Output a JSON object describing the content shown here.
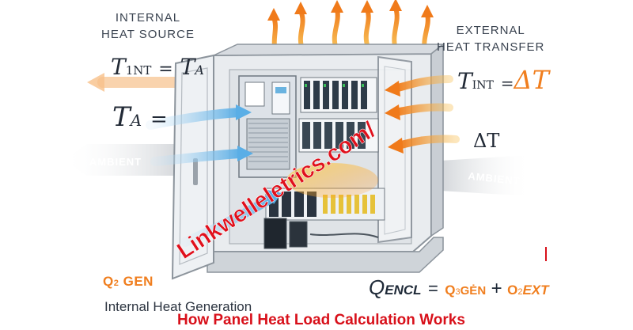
{
  "labels": {
    "internal_heat_source_line1": "INTERNAL",
    "internal_heat_source_line2": "HEAT SOURCE",
    "external_heat_transfer_line1": "EXTERNAL",
    "external_heat_transfer_line2": "HEAT TRANSFER",
    "ambient_left": "AMBIENT",
    "ambient_right": "AMBIENT",
    "internal_heat_generation": "Internal Heat Generation"
  },
  "formulas": {
    "tint_eq_ta": {
      "T": "T",
      "sub": "1NT",
      "eq": "=",
      "rhs": "T",
      "rhs_sub": "A"
    },
    "ta_eq": {
      "T": "T",
      "sub": "A",
      "eq": "="
    },
    "tint_eq_delta": {
      "T": "T",
      "sub": "INT",
      "eq": "=",
      "rhs": "ΔT"
    },
    "delta_t": "ΔT",
    "q_gen": {
      "Q": "Q",
      "sub": "2",
      "label": "GEN"
    },
    "q_encl": {
      "lhs": "Q",
      "lhs_sub": "ENCL",
      "eq": "=",
      "term1": "Q",
      "term1_sub": "3",
      "term1_label": "GĖN",
      "plus": "+",
      "term2": "O",
      "term2_sub": "2",
      "term2_label": "EXT"
    }
  },
  "watermark": "Linkwelleletrics.com/",
  "footer_title": "How Panel Heat Load Calculation Works",
  "colors": {
    "heat_orange": "#f39a2c",
    "cool_blue": "#7fbfe8",
    "ambient_grey": "#c9ccd0",
    "watermark_red": "#e0101c",
    "title_red": "#d8101a",
    "q_gen_orange": "#f07e1e"
  }
}
